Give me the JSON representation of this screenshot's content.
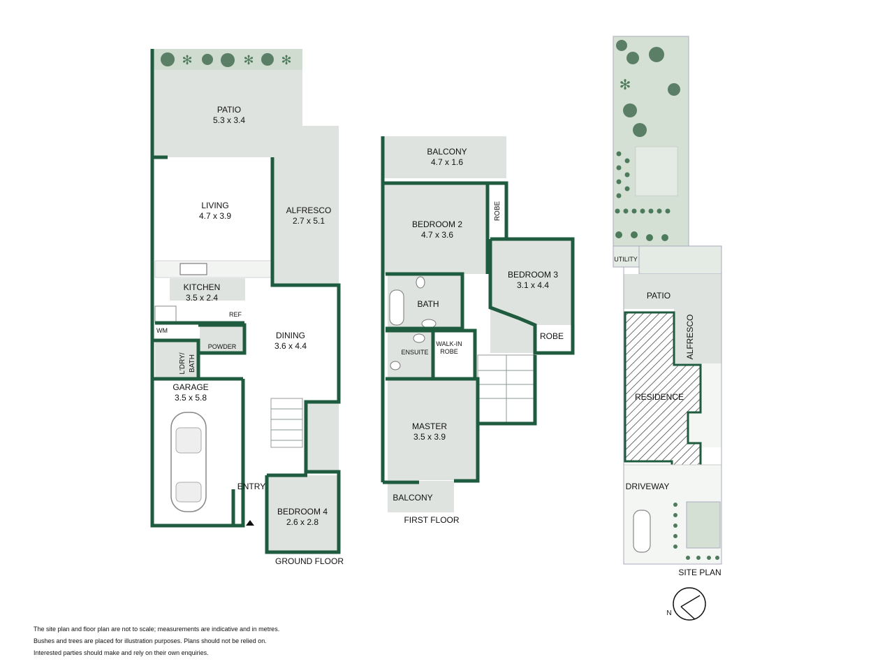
{
  "ground_floor": {
    "caption": "GROUND FLOOR",
    "rooms": {
      "patio": {
        "name": "PATIO",
        "size": "5.3 x 3.4"
      },
      "living": {
        "name": "LIVING",
        "size": "4.7 x 3.9"
      },
      "alfresco": {
        "name": "ALFRESCO",
        "size": "2.7 x 5.1"
      },
      "kitchen": {
        "name": "KITCHEN",
        "size": "3.5 x 2.4"
      },
      "dining": {
        "name": "DINING",
        "size": "3.6 x 4.4"
      },
      "garage": {
        "name": "GARAGE",
        "size": "3.5 x 5.8"
      },
      "bedroom4": {
        "name": "BEDROOM 4",
        "size": "2.6 x 2.8"
      }
    },
    "labels": {
      "ref": "REF",
      "wm": "WM",
      "powder": "POWDER",
      "laundry_bath_1": "L'DRY/",
      "laundry_bath_2": "BATH",
      "entry": "ENTRY"
    }
  },
  "first_floor": {
    "caption": "FIRST FLOOR",
    "rooms": {
      "balcony_top": {
        "name": "BALCONY",
        "size": "4.7 x 1.6"
      },
      "bedroom2": {
        "name": "BEDROOM 2",
        "size": "4.7 x 3.6"
      },
      "bedroom3": {
        "name": "BEDROOM 3",
        "size": "3.1 x 4.4"
      },
      "master": {
        "name": "MASTER",
        "size": "3.5 x 3.9"
      }
    },
    "labels": {
      "robe_1": "ROBE",
      "robe_2": "ROBE",
      "bath": "BATH",
      "ensuite": "ENSUITE",
      "walk_in_1": "WALK-IN",
      "walk_in_2": "ROBE",
      "balcony_bottom": "BALCONY"
    }
  },
  "site_plan": {
    "caption": "SITE PLAN",
    "labels": {
      "utility": "UTILITY",
      "patio": "PATIO",
      "alfresco": "ALFRESCO",
      "residence": "RESIDENCE",
      "driveway": "DRIVEWAY"
    },
    "compass_letter": "N"
  },
  "disclaimer": [
    "The site plan and floor plan are not to scale; measurements are indicative and in metres.",
    "Bushes and trees are placed for illustration purposes. Plans should not be relied on.",
    "Interested parties should make and rely on their own enquiries."
  ],
  "colors": {
    "wall": "#1f5c3f",
    "room_fill": "#dfe3df",
    "landscape": "#cfdccf",
    "tree": "#5b7f66"
  }
}
